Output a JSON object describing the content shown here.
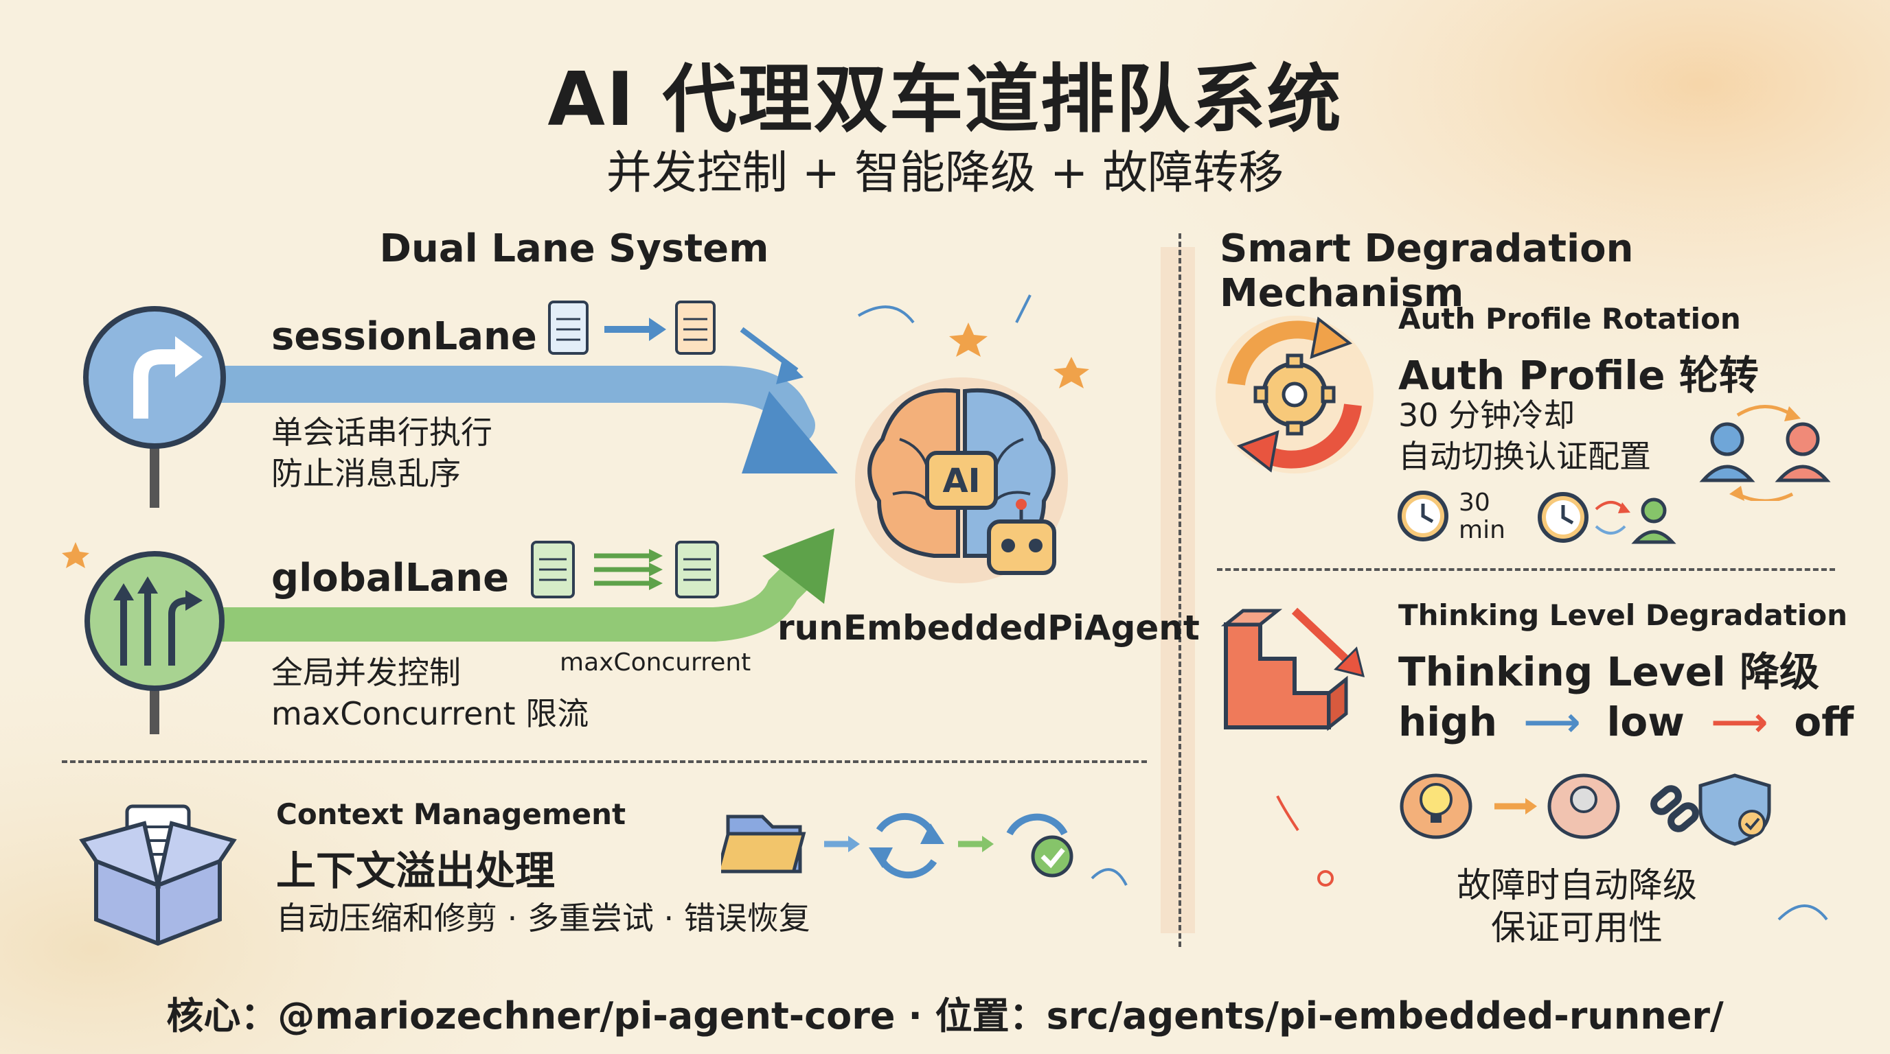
{
  "header": {
    "title": "AI 代理双车道排队系统",
    "subtitle": "并发控制 + 智能降级 + 故障转移"
  },
  "left": {
    "section_title": "Dual Lane System",
    "session_lane": {
      "name": "sessionLane",
      "desc_line1": "单会话串行执行",
      "desc_line2": "防止消息乱序"
    },
    "global_lane": {
      "name": "globalLane",
      "desc_line1": "全局并发控制",
      "desc_line2": "maxConcurrent 限流",
      "throttle_label": "maxConcurrent"
    },
    "agent_label": "runEmbeddedPiAgent",
    "ai_badge": "AI",
    "context": {
      "en_title": "Context Management",
      "cn_title": "上下文溢出处理",
      "desc": "自动压缩和修剪 · 多重尝试 · 错误恢复"
    }
  },
  "right": {
    "section_title": "Smart Degradation Mechanism",
    "auth": {
      "en_title": "Auth Profile Rotation",
      "cn_title": "Auth Profile 轮转",
      "line1": "30 分钟冷却",
      "line2": "自动切换认证配置",
      "timer_value": "30",
      "timer_unit": "min"
    },
    "thinking": {
      "en_title": "Thinking Level Degradation",
      "cn_title": "Thinking Level 降级",
      "levels": [
        "high",
        "low",
        "off"
      ],
      "line1": "故障时自动降级",
      "line2": "保证可用性"
    }
  },
  "footer": {
    "text": "核心：@mariozechner/pi-agent-core · 位置：src/agents/pi-embedded-runner/"
  },
  "colors": {
    "blue": "#6fa6d8",
    "green": "#86c46a",
    "orange": "#f0a24a",
    "red": "#e8553f",
    "background": "#f8f0de"
  }
}
